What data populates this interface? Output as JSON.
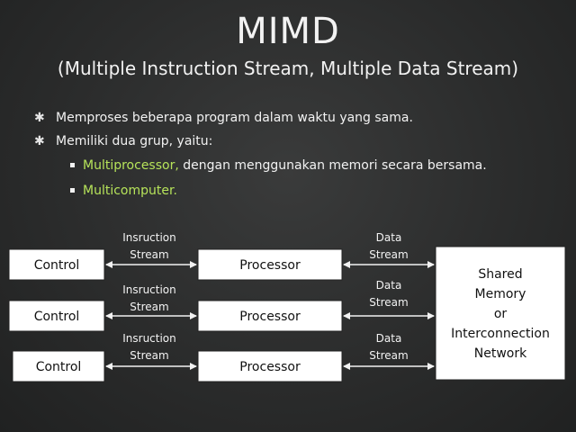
{
  "slide": {
    "title": "MIMD",
    "subtitle": "(Multiple Instruction Stream, Multiple Data Stream)"
  },
  "bullets": [
    {
      "text": "Memproses beberapa program dalam waktu yang sama."
    },
    {
      "text": "Memiliki dua grup, yaitu:"
    }
  ],
  "sub_bullets": [
    {
      "highlight": "Multiprocessor,",
      "rest": " dengan menggunakan memori secara bersama."
    },
    {
      "highlight": "Multicomputer.",
      "rest": ""
    }
  ],
  "diagram": {
    "control_label": "Control",
    "processor_label": "Processor",
    "instruction_label_1": "Insruction",
    "instruction_label_2": "Stream",
    "data_label_1": "Data",
    "data_label_2": "Stream",
    "shared_lines": [
      "Shared",
      "Memory",
      "or",
      "Interconnection",
      "Network"
    ]
  },
  "colors": {
    "highlight": "#b6e35a",
    "background": "#2b2c2c",
    "box": "#ffffff"
  }
}
